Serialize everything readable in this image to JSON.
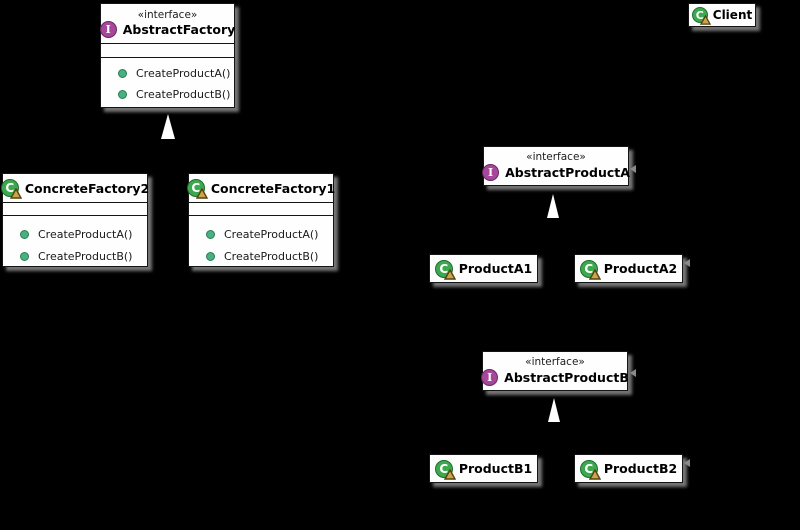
{
  "diagram": {
    "type": "uml-class-diagram",
    "pattern": "Abstract Factory",
    "stereotype": "«interface»",
    "icons": {
      "interface_letter": "I",
      "class_letter": "C",
      "interface_icon_color": "#a6479c",
      "class_icon_color": "#3ea84e",
      "triangle_badge_color": "#cda44a",
      "method_dot_color": "#49b181"
    },
    "colors": {
      "background": "#000000",
      "box_fill": "#fefefe",
      "box_border": "#141414",
      "shadow": "#969696",
      "generalization_arrowhead": "#ffffff"
    },
    "nodes": [
      {
        "name": "AbstractFactory",
        "kind": "interface",
        "methods": [
          "CreateProductA()",
          "CreateProductB()"
        ]
      },
      {
        "name": "Client",
        "kind": "class",
        "methods": []
      },
      {
        "name": "ConcreteFactory2",
        "kind": "class",
        "methods": [
          "CreateProductA()",
          "CreateProductB()"
        ]
      },
      {
        "name": "ConcreteFactory1",
        "kind": "class",
        "methods": [
          "CreateProductA()",
          "CreateProductB()"
        ]
      },
      {
        "name": "AbstractProductA",
        "kind": "interface",
        "methods": []
      },
      {
        "name": "ProductA1",
        "kind": "class",
        "methods": []
      },
      {
        "name": "ProductA2",
        "kind": "class",
        "methods": []
      },
      {
        "name": "AbstractProductB",
        "kind": "interface",
        "methods": []
      },
      {
        "name": "ProductB1",
        "kind": "class",
        "methods": []
      },
      {
        "name": "ProductB2",
        "kind": "class",
        "methods": []
      }
    ],
    "relations": [
      {
        "type": "generalization",
        "target": "AbstractFactory"
      },
      {
        "type": "generalization",
        "target": "AbstractProductA"
      },
      {
        "type": "generalization",
        "target": "AbstractProductB"
      }
    ]
  }
}
